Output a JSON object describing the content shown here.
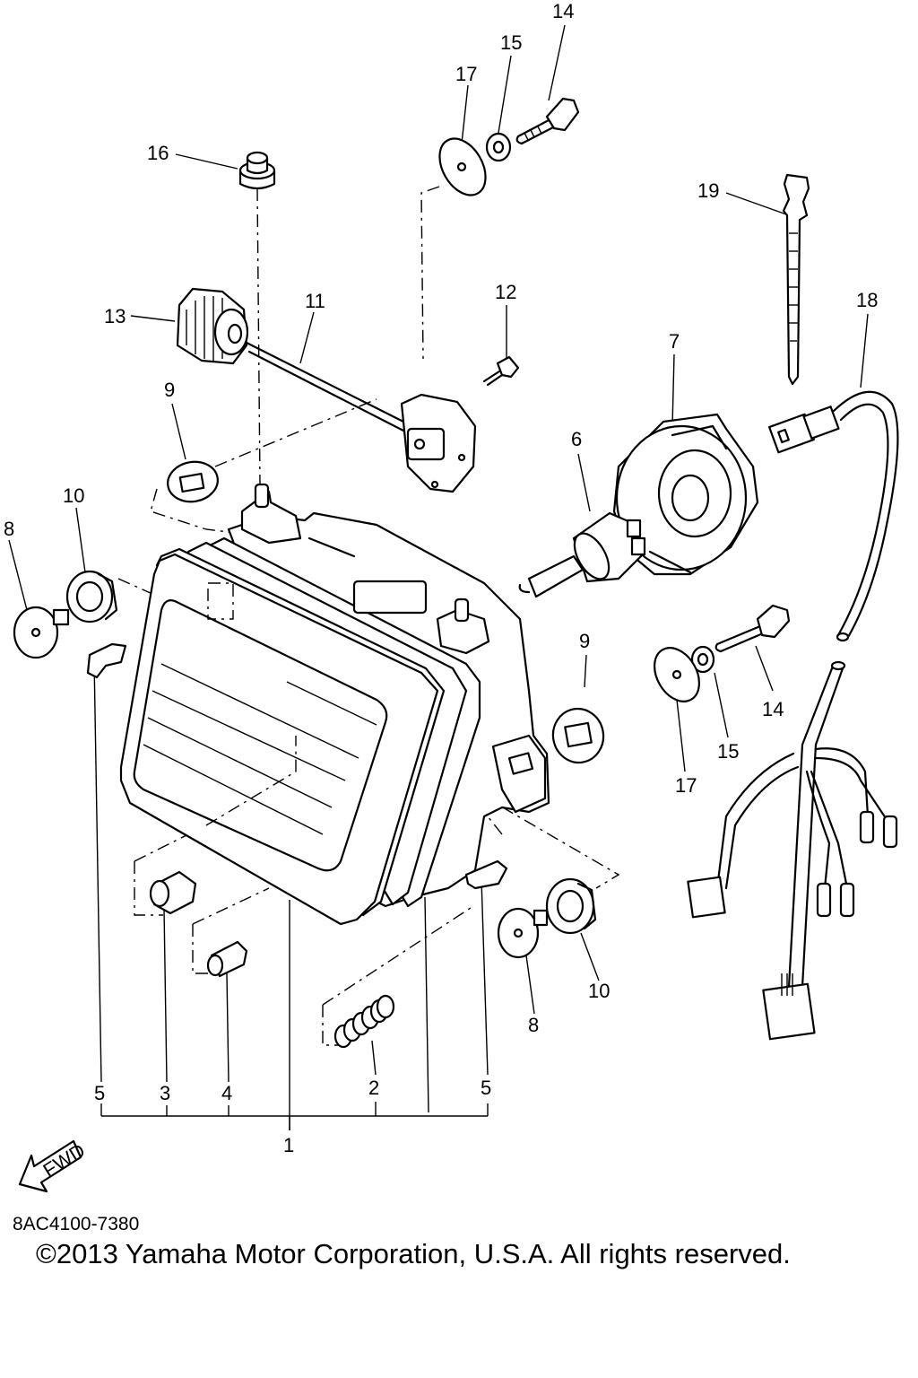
{
  "diagram_code": "8AC4100-7380",
  "copyright": "©2013 Yamaha Motor Corporation, U.S.A. All rights reserved.",
  "fwd_label": "FWD",
  "callouts": {
    "c14a": "14",
    "c15a": "15",
    "c17a": "17",
    "c16": "16",
    "c19": "19",
    "c12": "12",
    "c13": "13",
    "c11": "11",
    "c18": "18",
    "c7": "7",
    "c9a": "9",
    "c6": "6",
    "c10a": "10",
    "c8a": "8",
    "c9b": "9",
    "c14b": "14",
    "c15b": "15",
    "c17b": "17",
    "c8b": "8",
    "c10b": "10",
    "c5a": "5",
    "c3": "3",
    "c4": "4",
    "c2": "2",
    "c5b": "5",
    "c1": "1"
  }
}
